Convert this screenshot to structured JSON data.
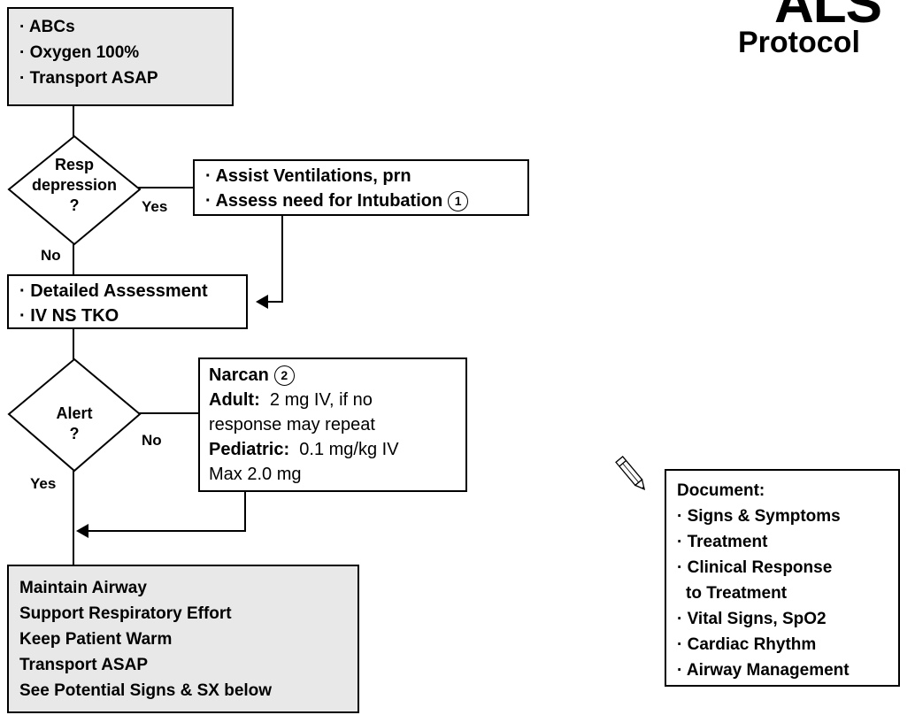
{
  "title": {
    "line1": "ALS",
    "line2": "Protocol"
  },
  "start_box": {
    "items": [
      "· ABCs",
      "· Oxygen 100%",
      "· Transport ASAP"
    ]
  },
  "decision_resp": {
    "label": "Resp depression ?",
    "yes": "Yes",
    "no": "No"
  },
  "ventilation_box": {
    "items": [
      "· Assist Ventilations, prn",
      "· Assess need for Intubation"
    ],
    "note": "1"
  },
  "assessment_box": {
    "items": [
      "· Detailed Assessment",
      "· IV NS TKO"
    ]
  },
  "decision_alert": {
    "label": "Alert ?",
    "yes": "Yes",
    "no": "No"
  },
  "narcan_box": {
    "title": "Narcan",
    "note": "2",
    "adult_label": "Adult:",
    "adult_text": "2 mg IV, if no response may repeat",
    "pediatric_label": "Pediatric:",
    "pediatric_text": "0.1 mg/kg IV",
    "max_text": "Max 2.0 mg"
  },
  "final_box": {
    "items": [
      "Maintain Airway",
      "Support Respiratory Effort",
      "Keep Patient Warm",
      "Transport ASAP",
      "See Potential Signs & SX below"
    ]
  },
  "document_box": {
    "title": "Document:",
    "items": [
      "· Signs & Symptoms",
      "· Treatment",
      "· Clinical Response",
      "to Treatment",
      "· Vital Signs, SpO2",
      "· Cardiac Rhythm",
      "· Airway Management"
    ]
  },
  "icons": {
    "pencil": "pencil-icon",
    "arrow": "arrow-head"
  },
  "colors": {
    "gray_fill": "#e8e8e8",
    "line": "#000000"
  }
}
